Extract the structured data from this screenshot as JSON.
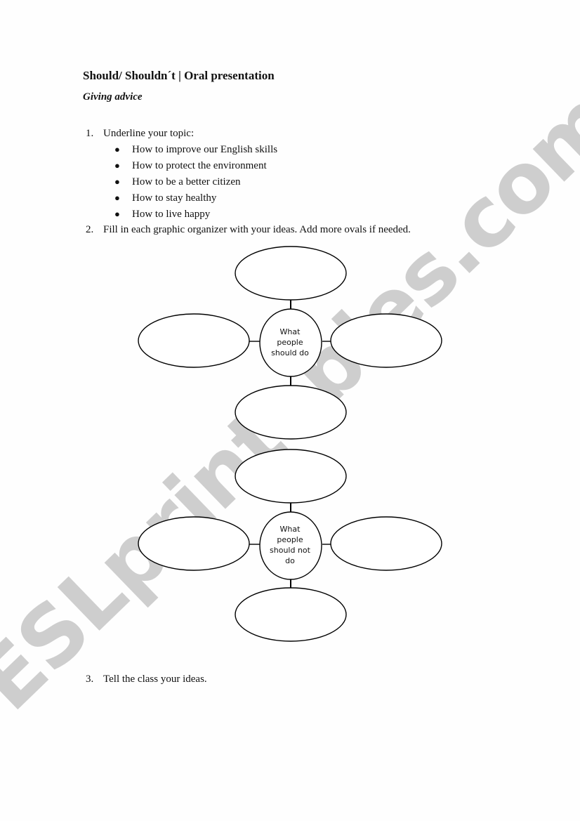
{
  "document": {
    "title": "Should/ Shouldn´t | Oral presentation",
    "subtitle": "Giving advice"
  },
  "instructions": [
    {
      "number": "1.",
      "text": "Underline your topic:",
      "topics": [
        "How to improve our English skills",
        "How to protect the environment",
        "How to be a better citizen",
        "How to stay healthy",
        "How to live happy"
      ]
    },
    {
      "number": "2.",
      "text": "Fill in each graphic organizer with your ideas. Add more ovals if needed."
    },
    {
      "number": "3.",
      "text": "Tell the class your ideas."
    }
  ],
  "organizers": [
    {
      "center_lines": [
        "What",
        "people",
        "should do"
      ],
      "ovals": [
        "",
        "",
        "",
        ""
      ]
    },
    {
      "center_lines": [
        "What",
        "people",
        "should not",
        "do"
      ],
      "ovals": [
        "",
        "",
        "",
        ""
      ]
    }
  ],
  "bullet_glyph": "●",
  "watermark": "ESLprintables.com",
  "colors": {
    "text": "#111111",
    "stroke": "#000000",
    "watermark": "#c9c9c9"
  }
}
